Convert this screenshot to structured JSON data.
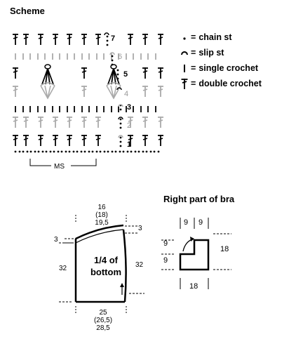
{
  "scheme": {
    "title": "Scheme",
    "row_numbers": [
      "1",
      "2",
      "3",
      "4",
      "5",
      "6",
      "7"
    ],
    "repeat_label": "MS"
  },
  "legend": [
    {
      "symbol": "chain-icon",
      "eq": "=",
      "label": "chain st"
    },
    {
      "symbol": "slip-stitch-icon",
      "eq": "=",
      "label": "slip st"
    },
    {
      "symbol": "single-crochet-icon",
      "eq": "=",
      "label": "single crochet"
    },
    {
      "symbol": "double-crochet-icon",
      "eq": "=",
      "label": "double crochet"
    }
  ],
  "bottom_piece": {
    "top_width": [
      "16",
      "(18)",
      "19,5"
    ],
    "bottom_width": [
      "25",
      "(26,5)",
      "28,5"
    ],
    "left_height": "32",
    "right_height": "32",
    "left_edge": "3",
    "right_edge": "3",
    "label_line1": "1/4 of",
    "label_line2": "bottom"
  },
  "bra_part": {
    "title": "Right part of bra",
    "top_left": "9",
    "top_right": "9",
    "left_upper": "9",
    "left_lower": "9",
    "right_height": "18",
    "bottom_width": "18"
  }
}
